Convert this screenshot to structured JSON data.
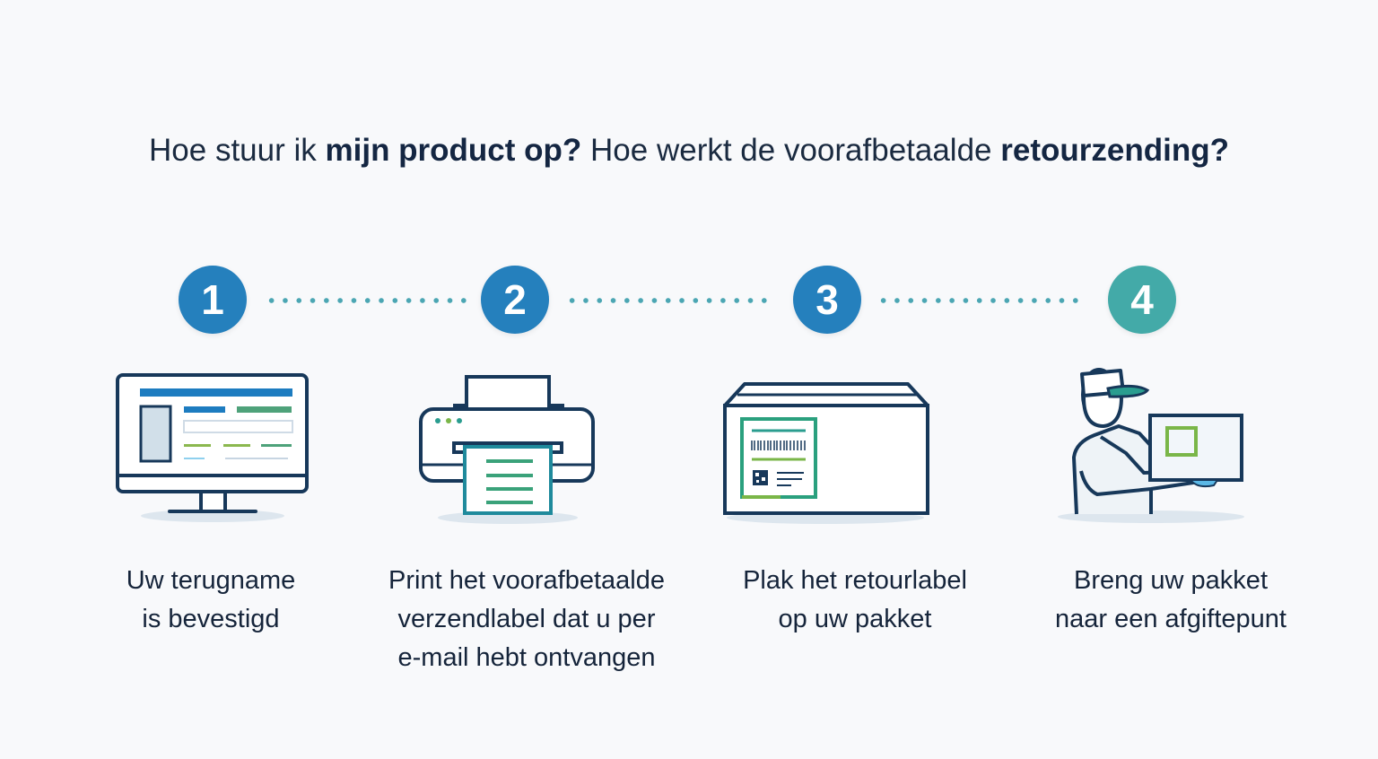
{
  "title": {
    "part1": "Hoe stuur ik ",
    "part2_bold": "mijn product op?",
    "part3": " Hoe werkt de voorafbetaalde ",
    "part4_bold": "retourzending?"
  },
  "steps": [
    {
      "number": "1",
      "icon": "computer-monitor-icon",
      "color": "#2580bd",
      "lines": [
        "Uw terugname",
        "is bevestigd"
      ]
    },
    {
      "number": "2",
      "icon": "printer-icon",
      "color": "#2580bd",
      "lines": [
        "Print het voorafbetaalde",
        "verzendlabel dat u per",
        "e-mail hebt ontvangen"
      ]
    },
    {
      "number": "3",
      "icon": "labeled-package-icon",
      "color": "#2580bd",
      "lines": [
        "Plak het retourlabel",
        "op uw pakket"
      ]
    },
    {
      "number": "4",
      "icon": "courier-with-package-icon",
      "color": "#43aaa8",
      "lines": [
        "Breng uw pakket",
        "naar een afgiftepunt"
      ]
    }
  ]
}
